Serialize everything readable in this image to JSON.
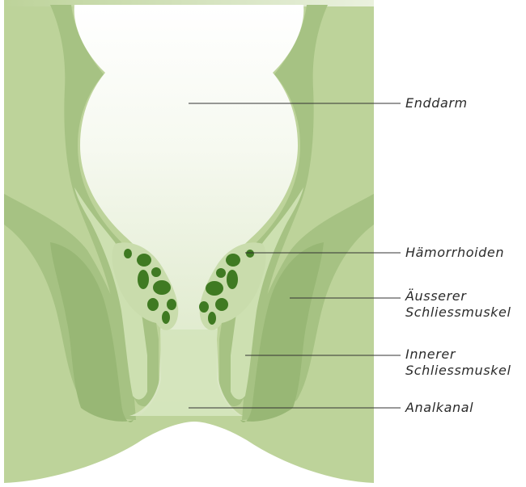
{
  "labels": {
    "rectum": "Enddarm",
    "hemorrhoids": "Hämorrhoiden",
    "external_sphincter": [
      "Äusserer",
      "Schliessmuskel"
    ],
    "internal_sphincter": [
      "Innerer",
      "Schliessmuskel"
    ],
    "anal_canal": "Analkanal"
  },
  "colors": {
    "background_tissue": "#bdd39a",
    "muscle": "#a6c283",
    "inner_wall": "#cde0b1",
    "hemorrhoid": "#3f7a22",
    "lumen_top": "#ffffff",
    "lumen_bottom": "#dfe9cb",
    "leader_line": "#333333"
  }
}
